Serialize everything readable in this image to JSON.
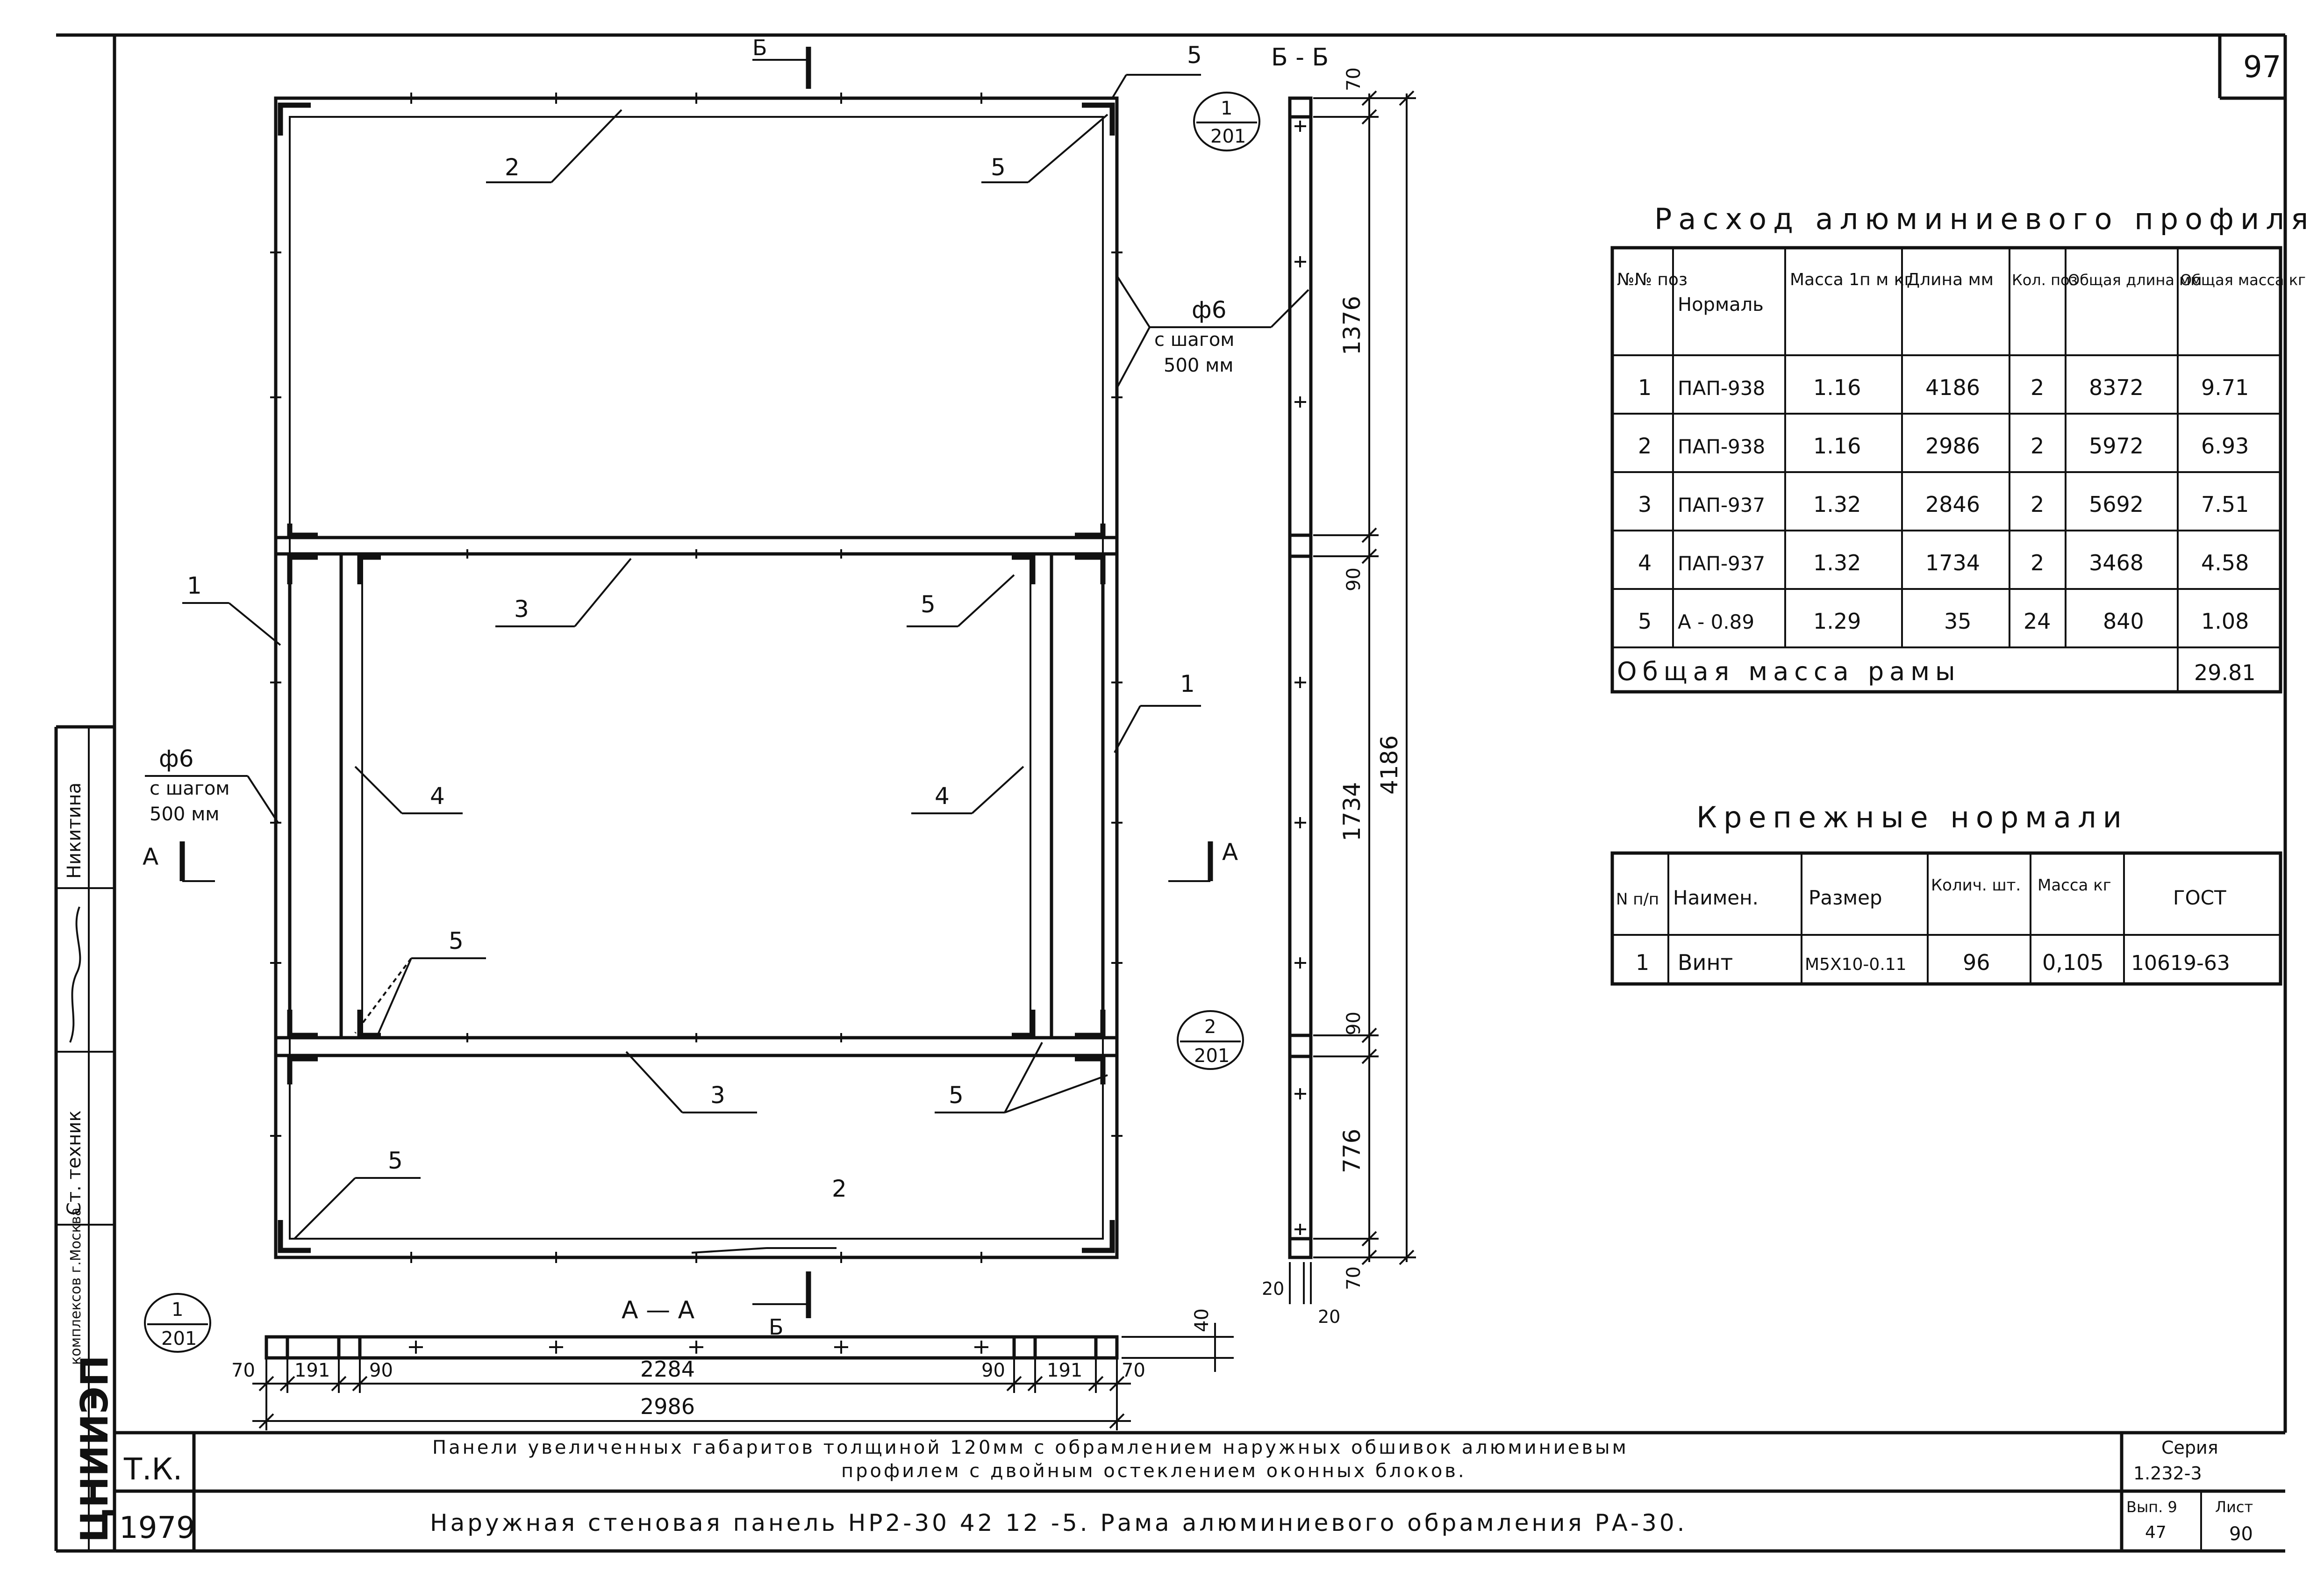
{
  "sheet_number": "97",
  "section_label": "Б - Б",
  "cut_letter_b": "Б",
  "cut_letter_a": "A",
  "section_aa_label": "A — A",
  "refs": {
    "ref1_top": {
      "num": "1",
      "sheet": "201"
    },
    "ref2": {
      "num": "2",
      "sheet": "201"
    },
    "ref1_bottom": {
      "num": "1",
      "sheet": "201"
    }
  },
  "positions": {
    "p1": "1",
    "p2": "2",
    "p3": "3",
    "p4": "4",
    "p5": "5"
  },
  "bolt_note": {
    "dia": "ф6",
    "pitch": "с шагом",
    "value": "500 мм"
  },
  "dims_vertical": {
    "d70_top": "70",
    "d1376": "1376",
    "d90a": "90",
    "d1734": "1734",
    "d90b": "90",
    "d776": "776",
    "d70_bottom": "70",
    "d4186": "4186",
    "d20a": "20",
    "d20b": "20"
  },
  "dims_horizontal": {
    "d70l": "70",
    "d191l": "191",
    "d90l": "90",
    "d2284": "2284",
    "d90r": "90",
    "d191r": "191",
    "d70r": "70",
    "d2986": "2986",
    "d40": "40"
  },
  "profile_table": {
    "title": "Расход алюминиевого профиля",
    "headers": {
      "pos": "№№ поз",
      "norm": "Нормаль",
      "mass1": "Масса 1п м кг",
      "length": "Длина мм",
      "qty": "Кол. поз",
      "total_len": "Общая длина мм",
      "total_mass": "Общая масса кг"
    },
    "rows": [
      {
        "pos": "1",
        "norm": "ПАП-938",
        "mass": "1.16",
        "len": "4186",
        "qty": "2",
        "tlen": "8372",
        "tmass": "9.71"
      },
      {
        "pos": "2",
        "norm": "ПАП-938",
        "mass": "1.16",
        "len": "2986",
        "qty": "2",
        "tlen": "5972",
        "tmass": "6.93"
      },
      {
        "pos": "3",
        "norm": "ПАП-937",
        "mass": "1.32",
        "len": "2846",
        "qty": "2",
        "tlen": "5692",
        "tmass": "7.51"
      },
      {
        "pos": "4",
        "norm": "ПАП-937",
        "mass": "1.32",
        "len": "1734",
        "qty": "2",
        "tlen": "3468",
        "tmass": "4.58"
      },
      {
        "pos": "5",
        "norm": "A - 0.89",
        "mass": "1.29",
        "len": "35",
        "qty": "24",
        "tlen": "840",
        "tmass": "1.08"
      }
    ],
    "total_label": "Общая масса рамы",
    "total_value": "29.81"
  },
  "fastener_table": {
    "title": "Крепежные нормали",
    "headers": {
      "num": "N п/п",
      "name": "Наимен.",
      "size": "Размер",
      "qty": "Колич. шт.",
      "mass": "Масса кг",
      "gost": "ГОСТ"
    },
    "rows": [
      {
        "num": "1",
        "name": "Винт",
        "size": "M5X10-0.11",
        "qty": "96",
        "mass": "0,105",
        "gost": "10619-63"
      }
    ]
  },
  "side_stamp": {
    "org": "ЦНИИЭП",
    "org_sub": "комплексов г.Москва",
    "role": "Ст. техник",
    "name": "Никитина"
  },
  "title_block": {
    "tk": "Т.К.",
    "year": "1979",
    "title_line1": "Панели увеличенных габаритов толщиной 120мм с обрамлением наружных обшивок алюминиевым",
    "title_line2": "профилем с двойным остеклением оконных блоков.",
    "title_main": "Наружная стеновая панель НР2-30 42 12 -5. Рама алюминиевого обрамления РА-30.",
    "series_label": "Серия",
    "series_value": "1.232-3",
    "issue_label": "Вып. 9",
    "issue_value": "47",
    "sheet_label": "Лист",
    "sheet_value": "90"
  }
}
